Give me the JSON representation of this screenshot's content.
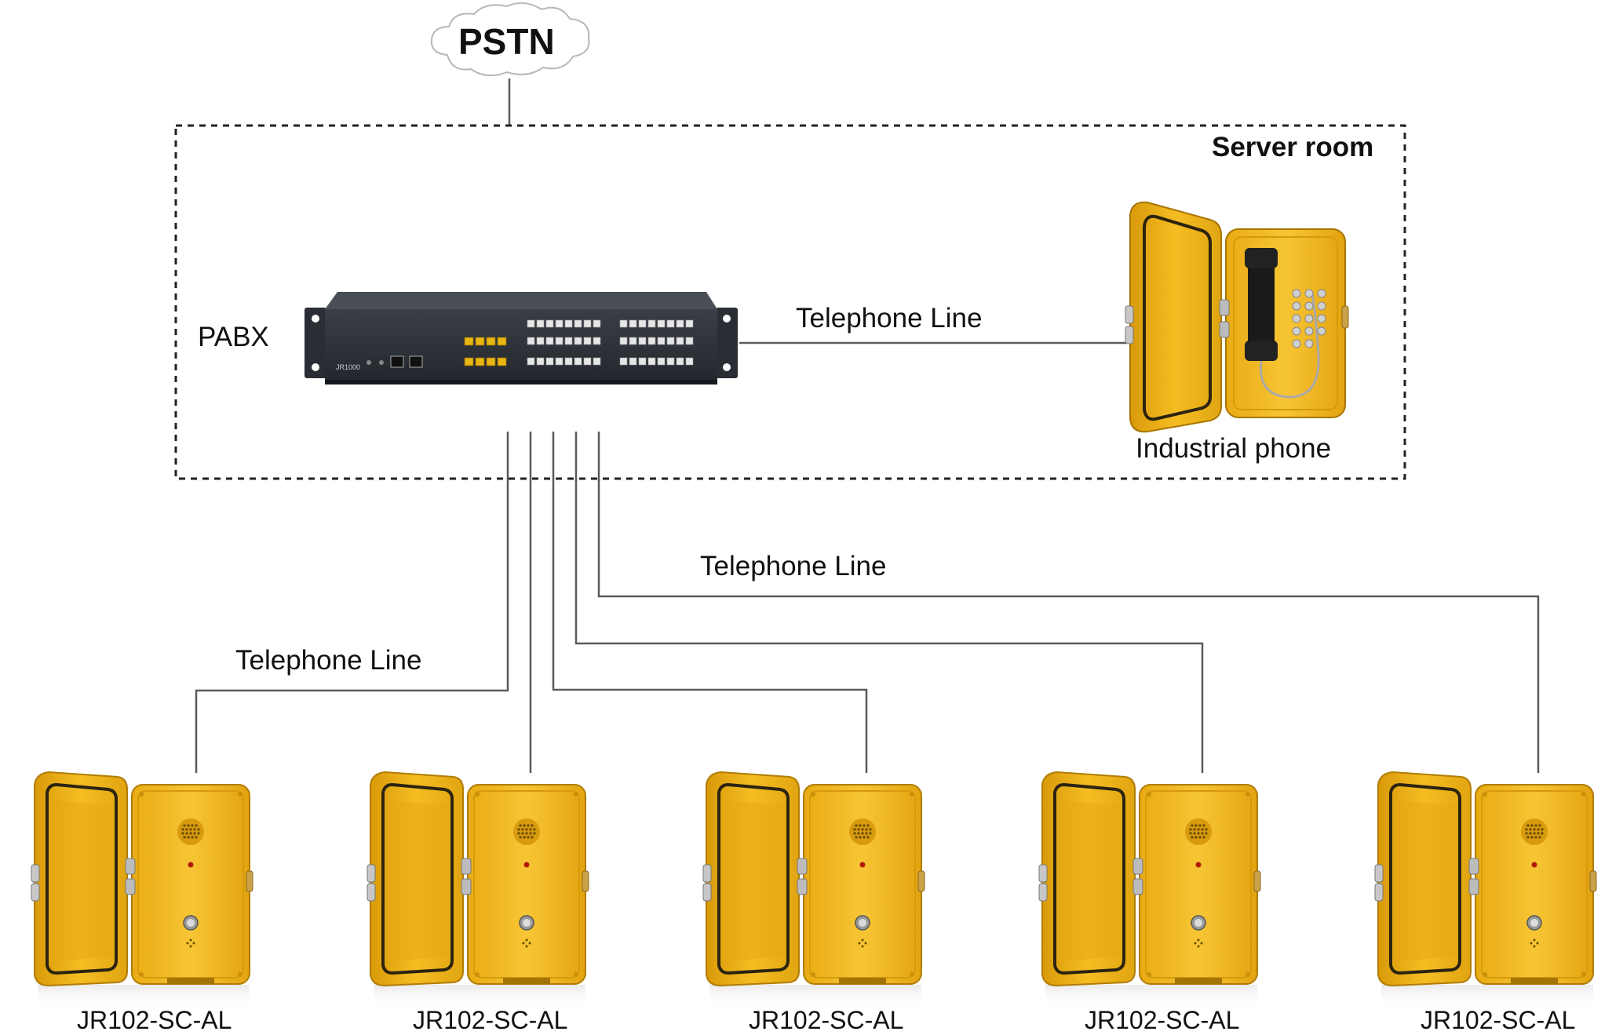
{
  "cloud": {
    "label": "PSTN"
  },
  "server_room": {
    "title": "Server room",
    "pabx_label": "PABX",
    "pabx_model": "JR1000",
    "phone_label": "Industrial phone",
    "line_label": "Telephone Line"
  },
  "lines": {
    "left_label": "Telephone Line",
    "right_label": "Telephone Line"
  },
  "phones": [
    {
      "model": "JR102-SC-AL"
    },
    {
      "model": "JR102-SC-AL"
    },
    {
      "model": "JR102-SC-AL"
    },
    {
      "model": "JR102-SC-AL"
    },
    {
      "model": "JR102-SC-AL"
    }
  ],
  "colors": {
    "phone_yellow": "#f2b71c",
    "phone_dark_yellow": "#c98f08",
    "pabx_body": "#2b2f36",
    "port_yellow": "#e9b613",
    "line": "#555555"
  }
}
